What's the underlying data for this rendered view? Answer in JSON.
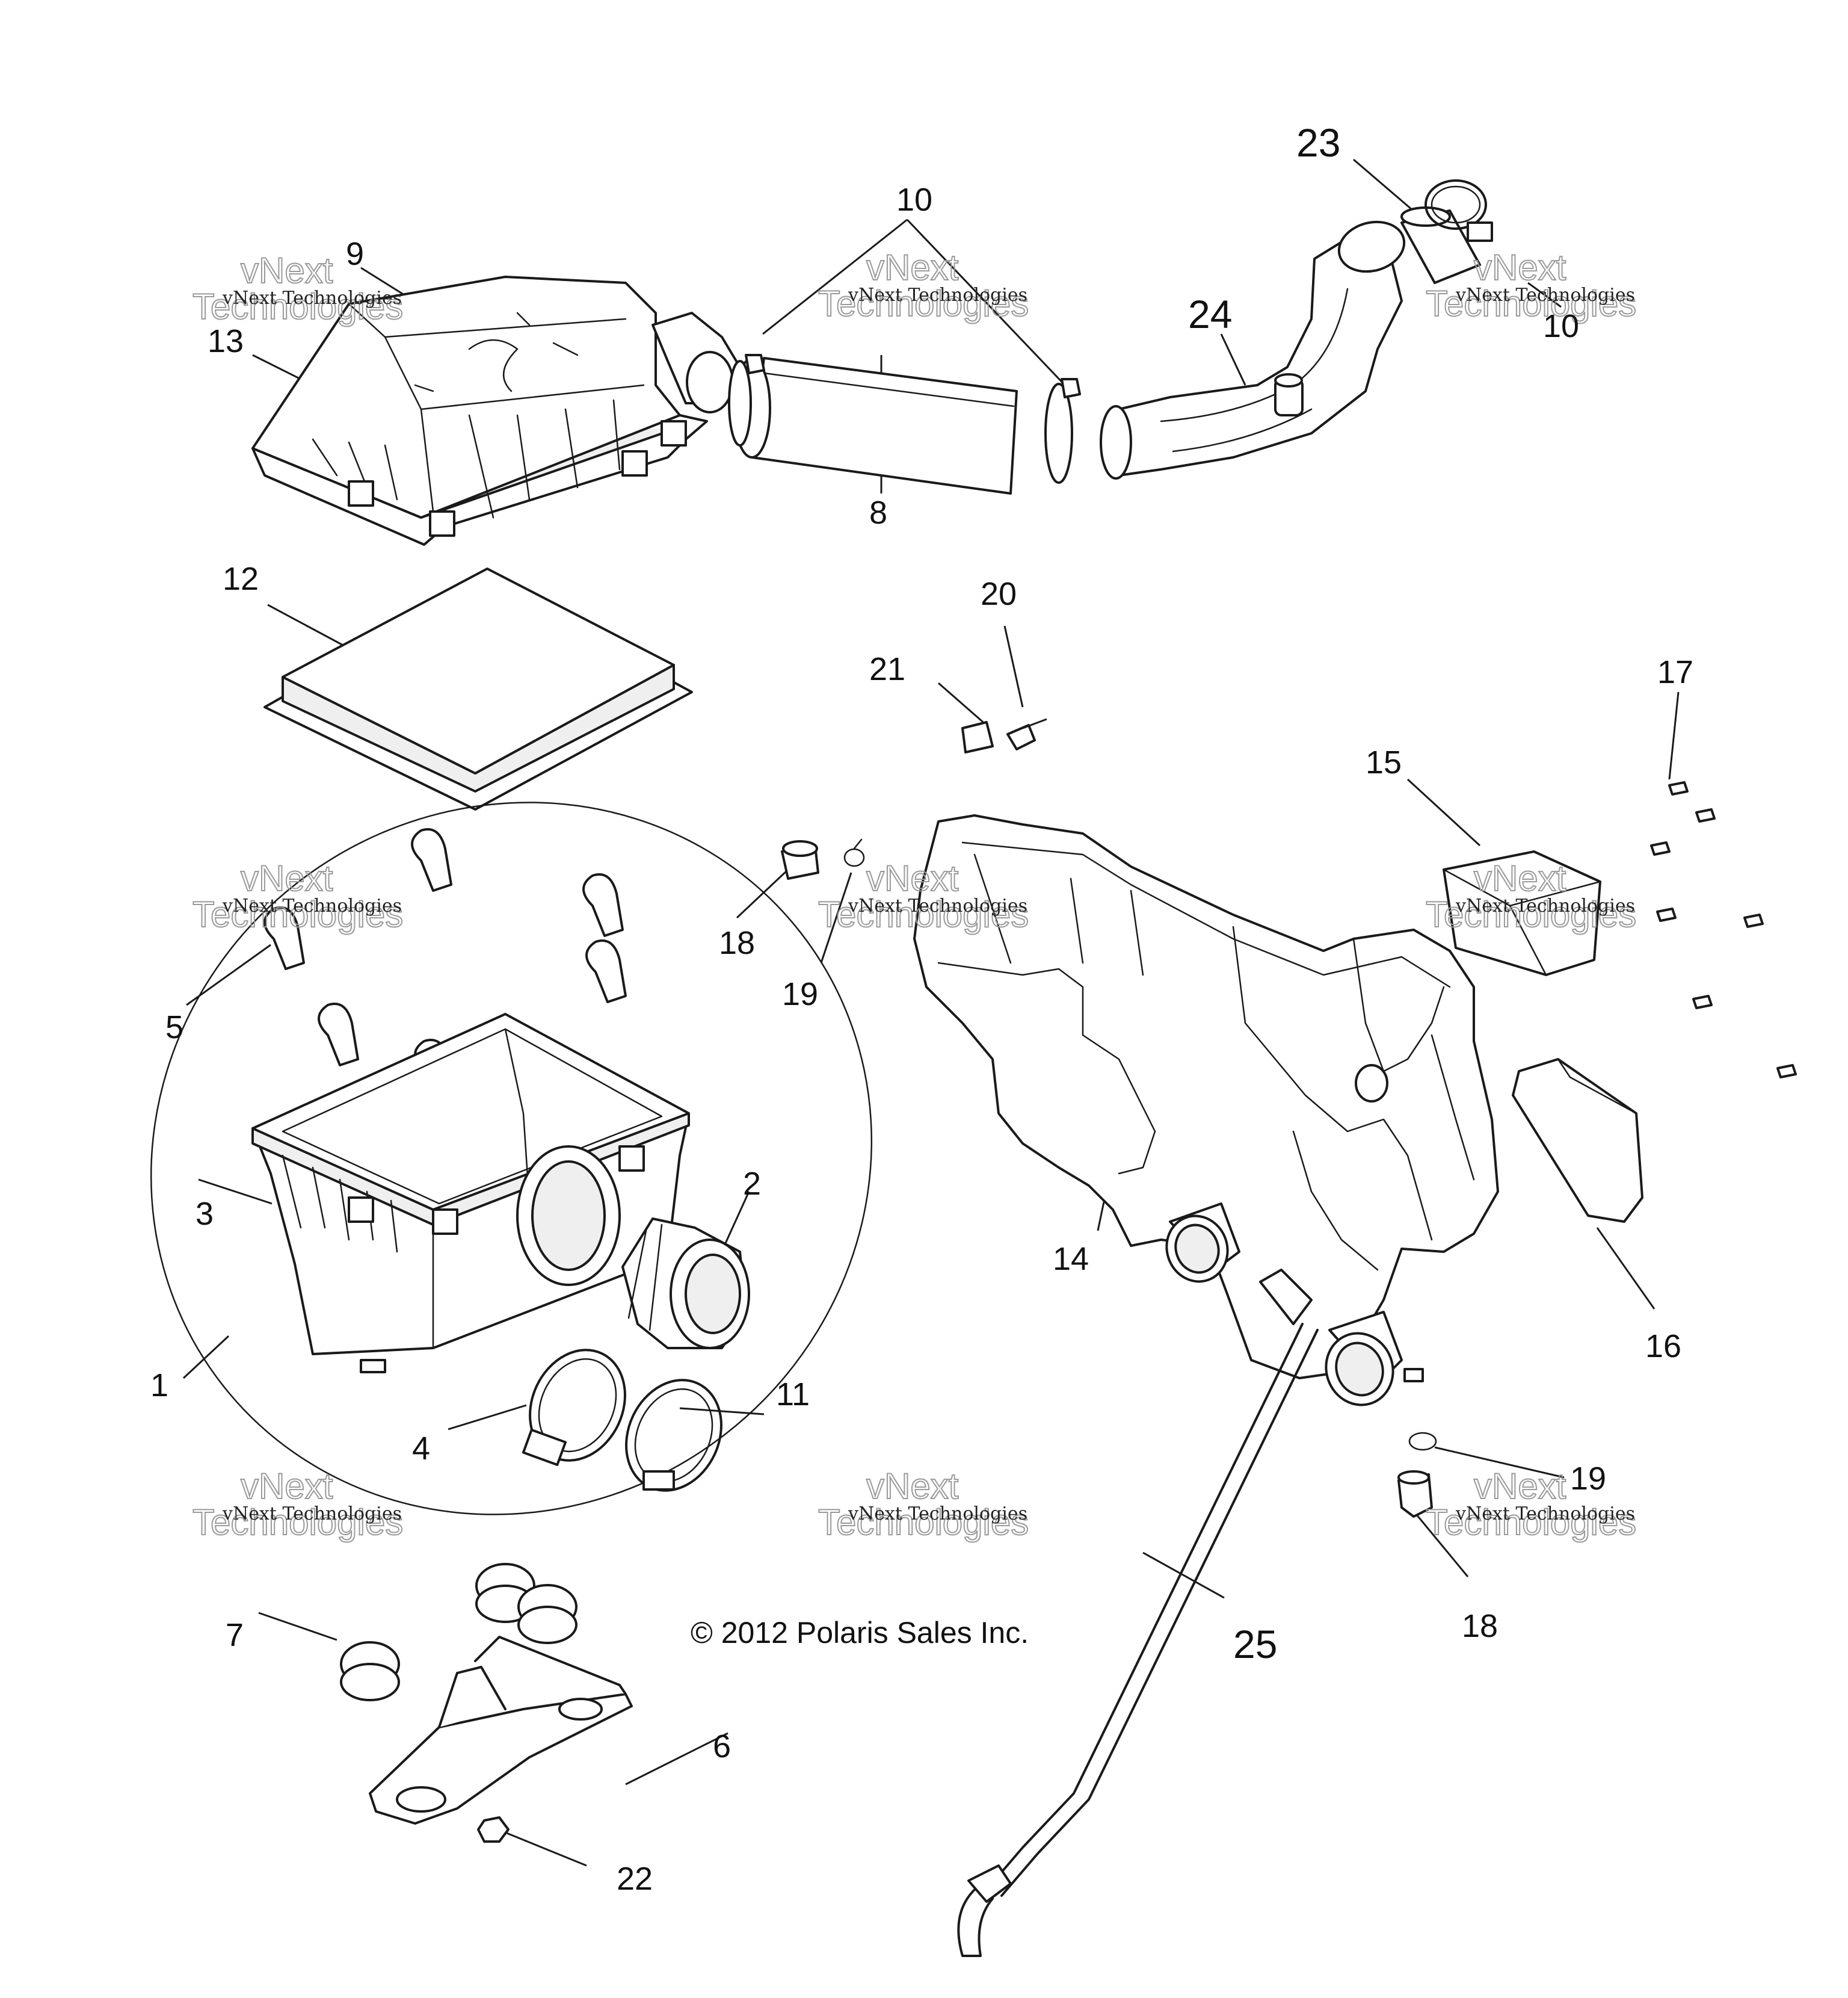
{
  "copyright": "© 2012 Polaris Sales Inc.",
  "watermark": {
    "line1": "vNext Technologies",
    "line2": "vNext",
    "line3": "Technologies"
  },
  "callouts": [
    "1",
    "2",
    "3",
    "4",
    "5",
    "6",
    "7",
    "8",
    "9",
    "10",
    "11",
    "12",
    "13",
    "14",
    "15",
    "16",
    "17",
    "18",
    "19",
    "20",
    "21",
    "22",
    "23",
    "24",
    "25"
  ]
}
